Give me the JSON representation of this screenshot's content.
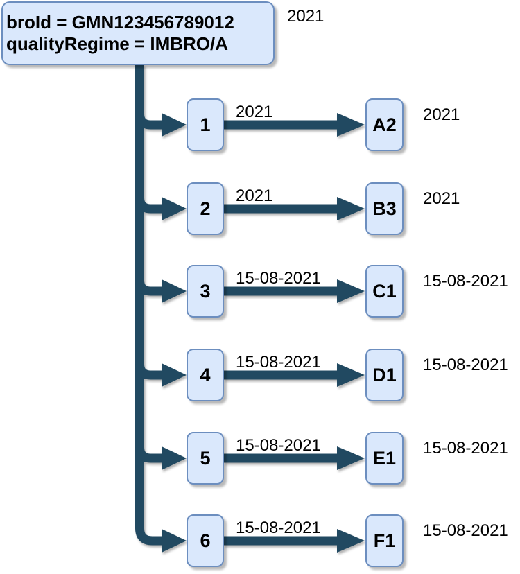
{
  "diagram": {
    "root_node": {
      "line1": "broId = GMN123456789012",
      "line2": "qualityRegime = IMBRO/A",
      "side_label": "2021"
    },
    "rows": [
      {
        "number": "1",
        "edge_label": "2021",
        "target": "A2",
        "right_label": "2021"
      },
      {
        "number": "2",
        "edge_label": "2021",
        "target": "B3",
        "right_label": "2021"
      },
      {
        "number": "3",
        "edge_label": "15-08-2021",
        "target": "C1",
        "right_label": "15-08-2021"
      },
      {
        "number": "4",
        "edge_label": "15-08-2021",
        "target": "D1",
        "right_label": "15-08-2021"
      },
      {
        "number": "5",
        "edge_label": "15-08-2021",
        "target": "E1",
        "right_label": "15-08-2021"
      },
      {
        "number": "6",
        "edge_label": "15-08-2021",
        "target": "F1",
        "right_label": "15-08-2021"
      }
    ],
    "colors": {
      "node_fill": "#dae8fc",
      "node_border": "#6c8ebf",
      "connector": "#214961",
      "text": "#000000"
    }
  }
}
